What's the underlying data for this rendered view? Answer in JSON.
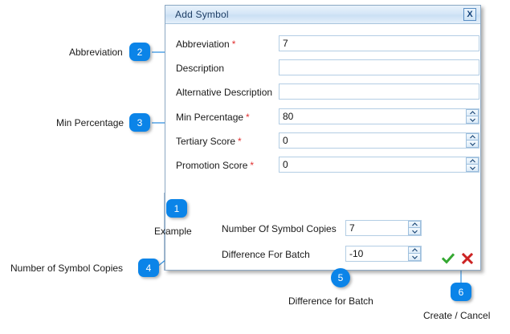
{
  "dialog": {
    "title": "Add Symbol",
    "close_label": "X",
    "fields": [
      {
        "label": "Abbreviation",
        "required": true,
        "value": "7",
        "placeholder": "",
        "spinner": false
      },
      {
        "label": "Description",
        "required": false,
        "value": "",
        "placeholder": "",
        "spinner": false
      },
      {
        "label": "Alternative Description",
        "required": false,
        "value": "",
        "placeholder": "",
        "spinner": false
      },
      {
        "label": "Min Percentage",
        "required": true,
        "value": "80",
        "placeholder": "",
        "spinner": true
      },
      {
        "label": "Tertiary Score",
        "required": true,
        "value": "0",
        "placeholder": "",
        "spinner": true
      },
      {
        "label": "Promotion Score",
        "required": true,
        "value": "0",
        "placeholder": "",
        "spinner": true
      }
    ],
    "subfields": [
      {
        "label": "Number Of Symbol Copies",
        "value": "7",
        "spinner": true
      },
      {
        "label": "Difference For Batch",
        "value": "-10",
        "spinner": true
      }
    ],
    "actions": {
      "confirm": "Create",
      "cancel": "Cancel"
    },
    "required_marker": "*"
  },
  "annotations": {
    "callouts": [
      {
        "number": "1",
        "label": "Example"
      },
      {
        "number": "2",
        "label": "Abbreviation"
      },
      {
        "number": "3",
        "label": "Min Percentage"
      },
      {
        "number": "4",
        "label": "Number of Symbol Copies"
      },
      {
        "number": "5",
        "label": "Difference for Batch"
      },
      {
        "number": "6",
        "label": "Create / Cancel"
      }
    ]
  },
  "colors": {
    "badge": "#0b84e8",
    "leader": "#2f8fe0",
    "required": "#e03030",
    "title_text": "#1f3f66",
    "confirm_icon": "#35a832",
    "cancel_icon": "#cc2222"
  }
}
